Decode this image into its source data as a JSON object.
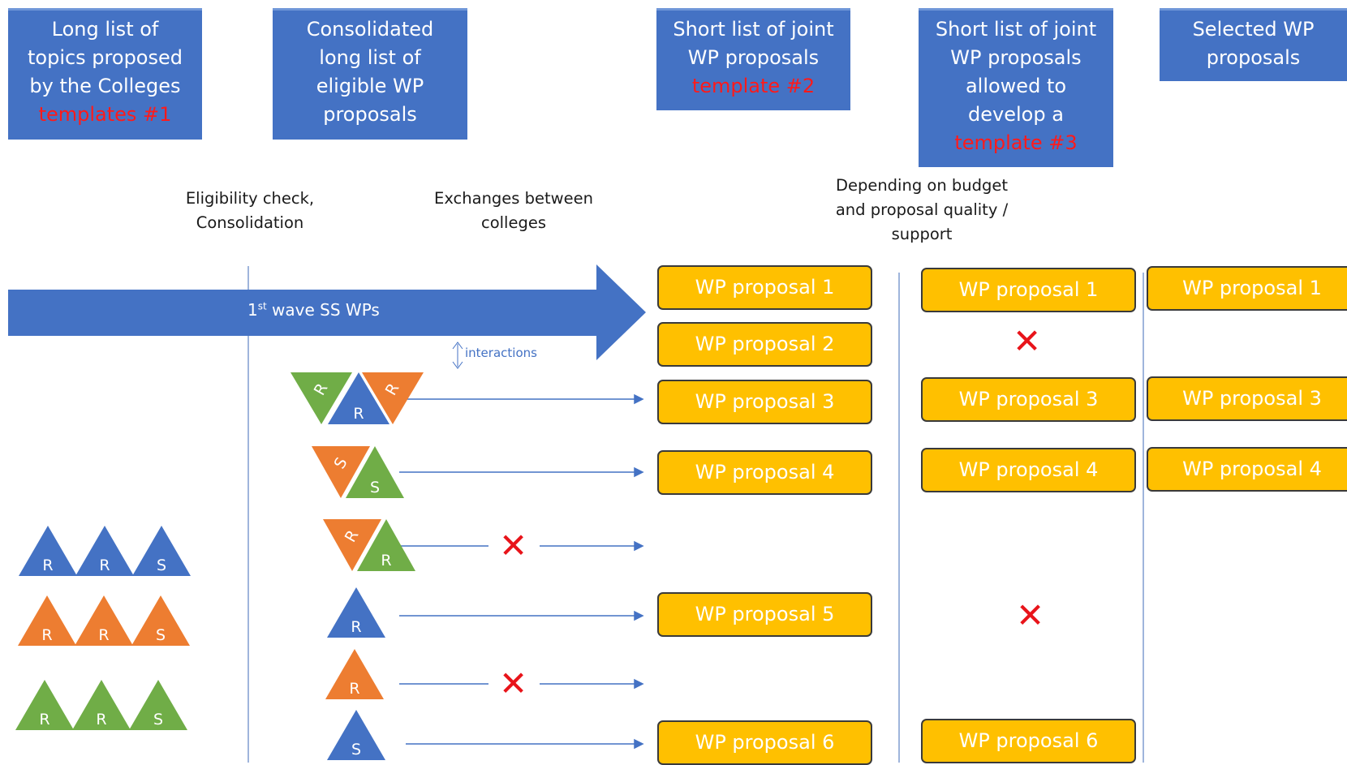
{
  "headers": {
    "long_list": {
      "lines": [
        "Long list of",
        "topics proposed",
        "by the Colleges"
      ],
      "red": "templates #1"
    },
    "consolidated": {
      "lines": [
        "Consolidated",
        "long list of",
        "eligible WP",
        "proposals"
      ]
    },
    "short_list": {
      "lines": [
        "Short list of joint",
        "WP proposals"
      ],
      "red": "template #2"
    },
    "short_list_allowed": {
      "lines": [
        "Short list of joint",
        "WP proposals",
        "allowed to",
        "develop a"
      ],
      "red": "template #3"
    },
    "selected": {
      "lines": [
        "Selected WP",
        "proposals"
      ]
    }
  },
  "annotations": {
    "eligibility": [
      "Eligibility check,",
      "Consolidation"
    ],
    "exchanges": [
      "Exchanges between",
      "colleges"
    ],
    "budget": [
      "Depending on budget",
      "and proposal quality /",
      "support"
    ],
    "interactions": "interactions"
  },
  "arrow": {
    "prefix": "1",
    "sup": "st",
    "suffix": " wave SS WPs"
  },
  "proposals": {
    "p1": "WP proposal 1",
    "p2": "WP proposal 2",
    "p3": "WP proposal 3",
    "p4": "WP proposal 4",
    "p5": "WP proposal 5",
    "p6": "WP proposal 6"
  },
  "reject_mark": "✕",
  "triangle_letters": {
    "r": "R",
    "s": "S"
  },
  "colors": {
    "blue": "#4472c4",
    "orange": "#ed7d31",
    "green": "#70ad47",
    "gold": "#ffc000",
    "red": "#ff1a1a"
  }
}
